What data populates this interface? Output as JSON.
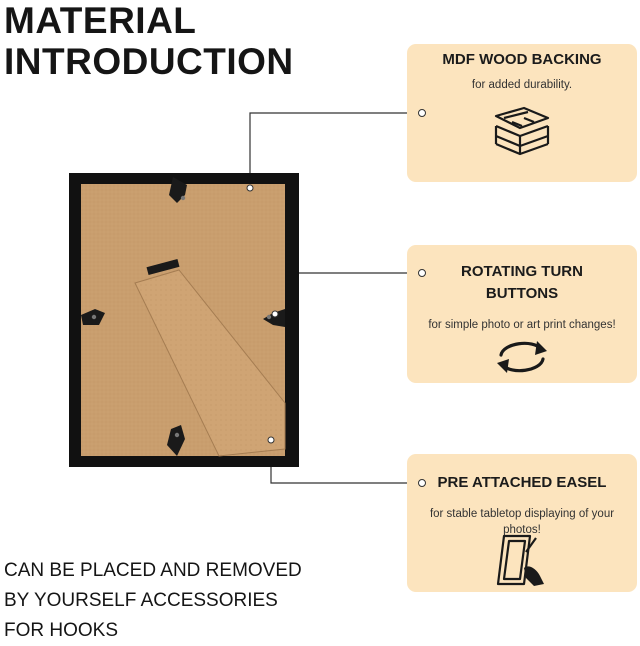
{
  "heading": {
    "line1": "MATERIAL",
    "line2": "INTRODUCTION"
  },
  "features": [
    {
      "title": "MDF WOOD BACKING",
      "description": "for added durability.",
      "icon": "layered-boards-icon"
    },
    {
      "title_line1": "ROTATING TURN",
      "title_line2": "BUTTONS",
      "description": "for simple photo or art print changes!",
      "icon": "rotate-arrows-icon"
    },
    {
      "title": "PRE ATTACHED EASEL",
      "description": "for stable tabletop displaying of your photos!",
      "icon": "easel-frame-icon"
    }
  ],
  "note": {
    "line1": "CAN BE PLACED AND REMOVED",
    "line2": "BY YOURSELF ACCESSORIES",
    "line3": "FOR HOOKS"
  },
  "colors": {
    "card_background": "#fce4be",
    "frame_border": "#111111",
    "backing_board": "#c99e6e"
  }
}
